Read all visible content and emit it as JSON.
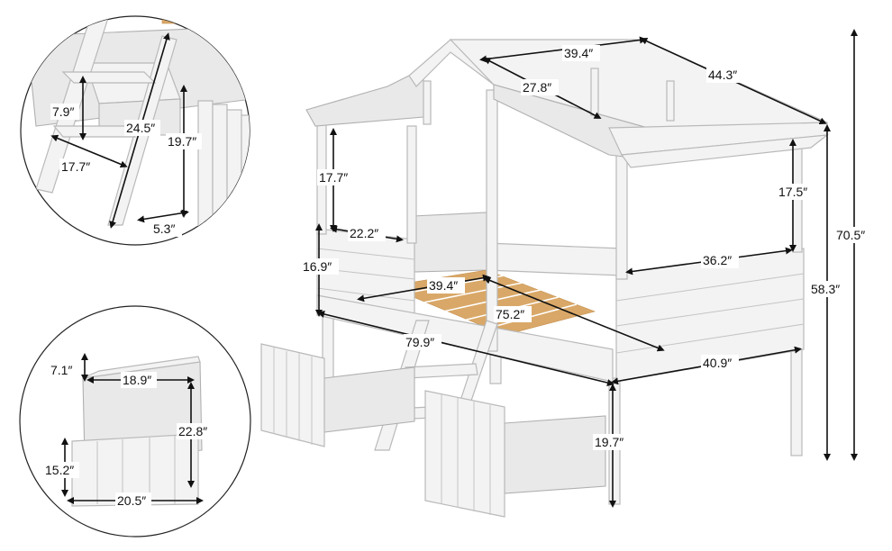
{
  "colors": {
    "arrow": "#111111",
    "furniture": "#f3f3f3",
    "outline": "#b9b9b9",
    "slats": "#d9a868"
  },
  "ladder_detail": {
    "step_height": "7.9″",
    "ladder_length": "24.5″",
    "ladder_height": "19.7″",
    "ladder_depth": "17.7″",
    "step_width": "5.3″"
  },
  "drawer_detail": {
    "drawer_top_gap": "7.1″",
    "drawer_width": "18.9″",
    "drawer_depth": "22.8″",
    "drawer_front_height": "15.2″",
    "drawer_front_width": "20.5″"
  },
  "bed": {
    "roof_width": "39.4″",
    "roof_length": "44.3″",
    "roof_depth": "27.8″",
    "window_height": "17.7″",
    "window_width": "22.2″",
    "rail_height": "16.9″",
    "mattress_width": "39.4″",
    "mattress_length": "75.2″",
    "overall_length": "79.9″",
    "overall_width": "40.9″",
    "side_window_height": "17.5″",
    "side_window_width": "36.2″",
    "total_height": "70.5″",
    "floor_to_top": "58.3″",
    "clearance": "19.7″"
  }
}
